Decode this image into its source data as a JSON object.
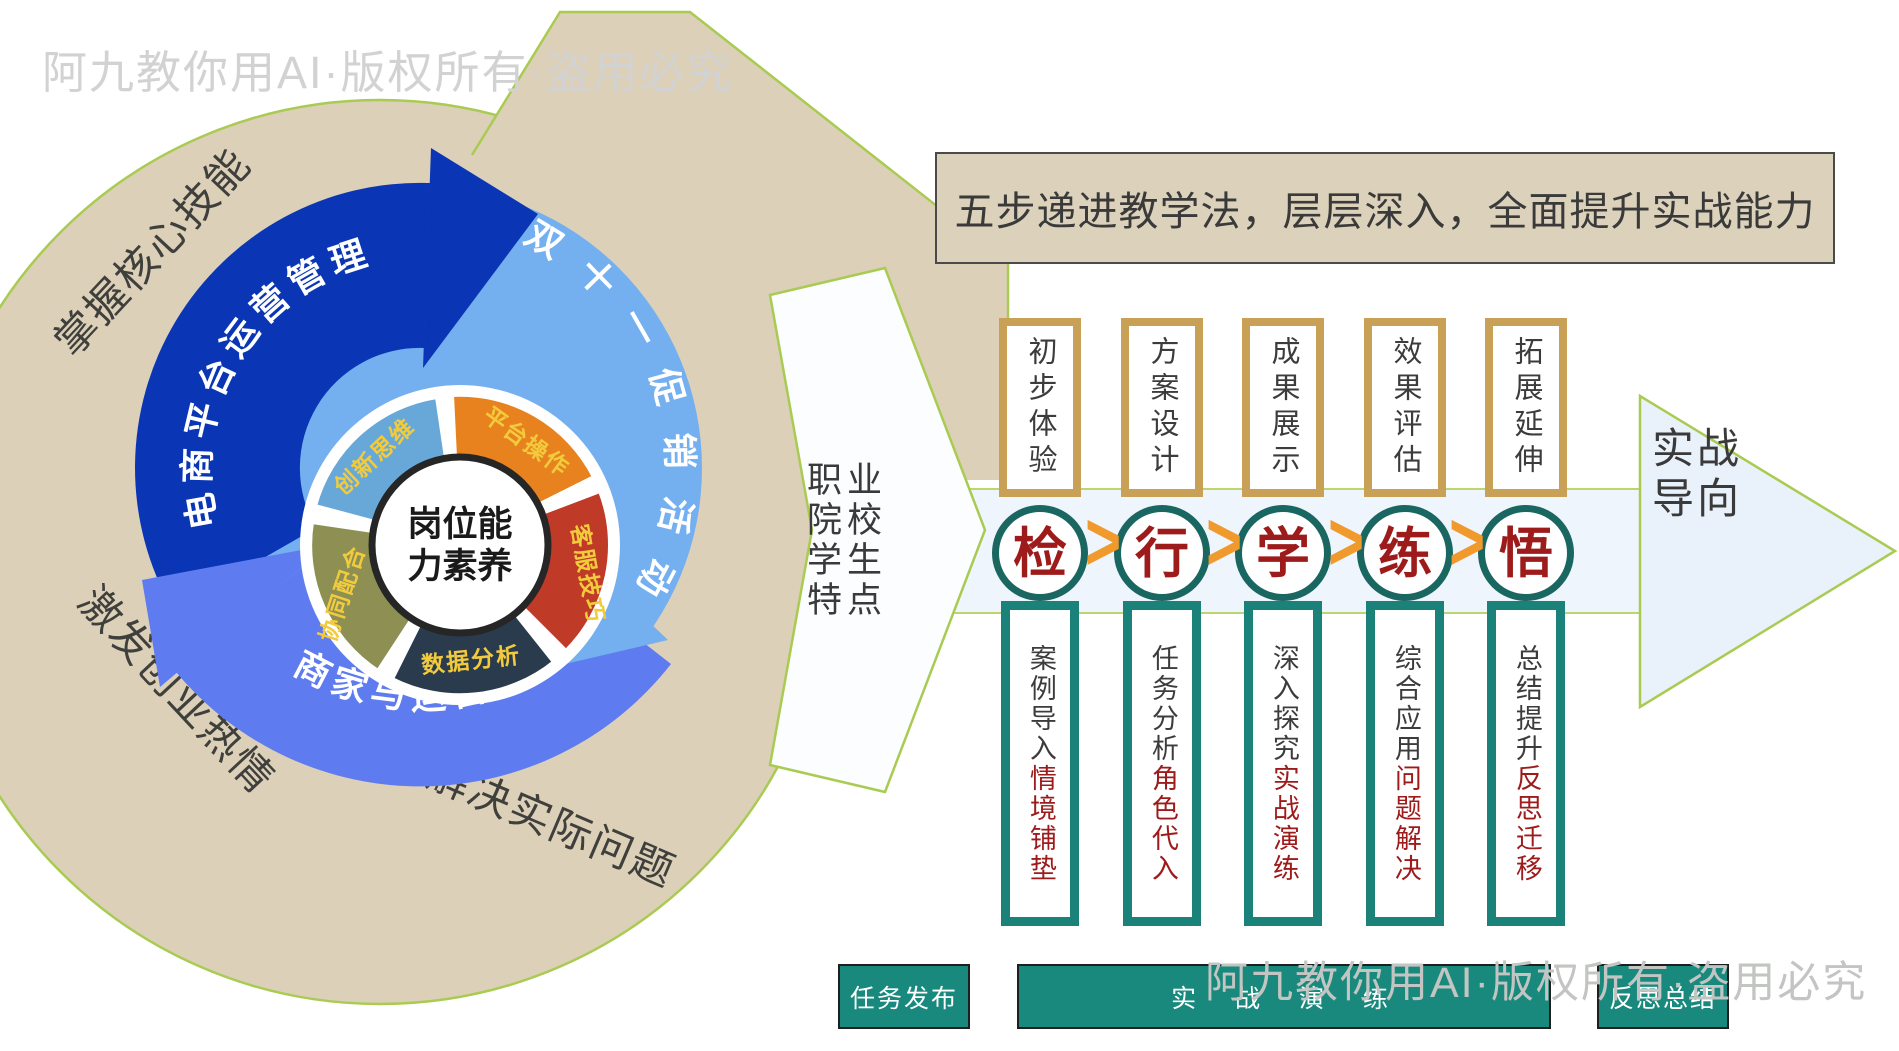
{
  "watermarks": {
    "top": "阿九教你用AI·版权所有·盗用必究",
    "bottom": "阿九教你用AI·版权所有·盗用必究"
  },
  "ring": {
    "labels": [
      "掌握核心技能",
      "激发创业热情",
      "解决实际问题"
    ]
  },
  "cycle": {
    "arrows": [
      "电商平台运营管理",
      "双十一促销活动",
      "商家与运营专员"
    ]
  },
  "wheel": {
    "center": {
      "line1": "岗位能",
      "line2": "力素养"
    },
    "segments": [
      {
        "label": "创新思维",
        "color": "#68a8d8"
      },
      {
        "label": "平台操作",
        "color": "#e8821f"
      },
      {
        "label": "客服技巧",
        "color": "#c03a28"
      },
      {
        "label": "数据分析",
        "color": "#2b3b4e"
      },
      {
        "label": "协同配合",
        "color": "#8d9052"
      }
    ]
  },
  "middle_arrow": {
    "rows": [
      "职业",
      "院校",
      "学生",
      "特点"
    ]
  },
  "banner": {
    "title": "五步递进教学法，层层深入，全面提升实战能力"
  },
  "steps": [
    {
      "top": "初步体验",
      "char": "检",
      "bottom_black": "案例导入",
      "bottom_red": "情境铺垫"
    },
    {
      "top": "方案设计",
      "char": "行",
      "bottom_black": "任务分析",
      "bottom_red": "角色代入"
    },
    {
      "top": "成果展示",
      "char": "学",
      "bottom_black": "深入探究",
      "bottom_red": "实战演练"
    },
    {
      "top": "效果评估",
      "char": "练",
      "bottom_black": "综合应用",
      "bottom_red": "问题解决"
    },
    {
      "top": "拓展延伸",
      "char": "悟",
      "bottom_black": "总结提升",
      "bottom_red": "反思迁移"
    }
  ],
  "direction": {
    "line1": "实战",
    "line2": "导向"
  },
  "bars": [
    {
      "label": "任务发布"
    },
    {
      "label": "实 战 演 练"
    },
    {
      "label": "反思总结"
    }
  ],
  "icons": {
    "chevron": ">"
  },
  "colors": {
    "tan": "#dcd0b9",
    "ring_border": "#a9cb52",
    "royal_blue": "#0a36b5",
    "light_blue": "#74aff0",
    "periwinkle": "#5e7cf0",
    "teal": "#19897e",
    "red_text": "#9e1b1b",
    "chevron_orange": "#f09a2e",
    "gold_border": "#c9a156",
    "banner_bg": "#dcd1bb",
    "segment_label_yellow": "#f2cb3d"
  }
}
